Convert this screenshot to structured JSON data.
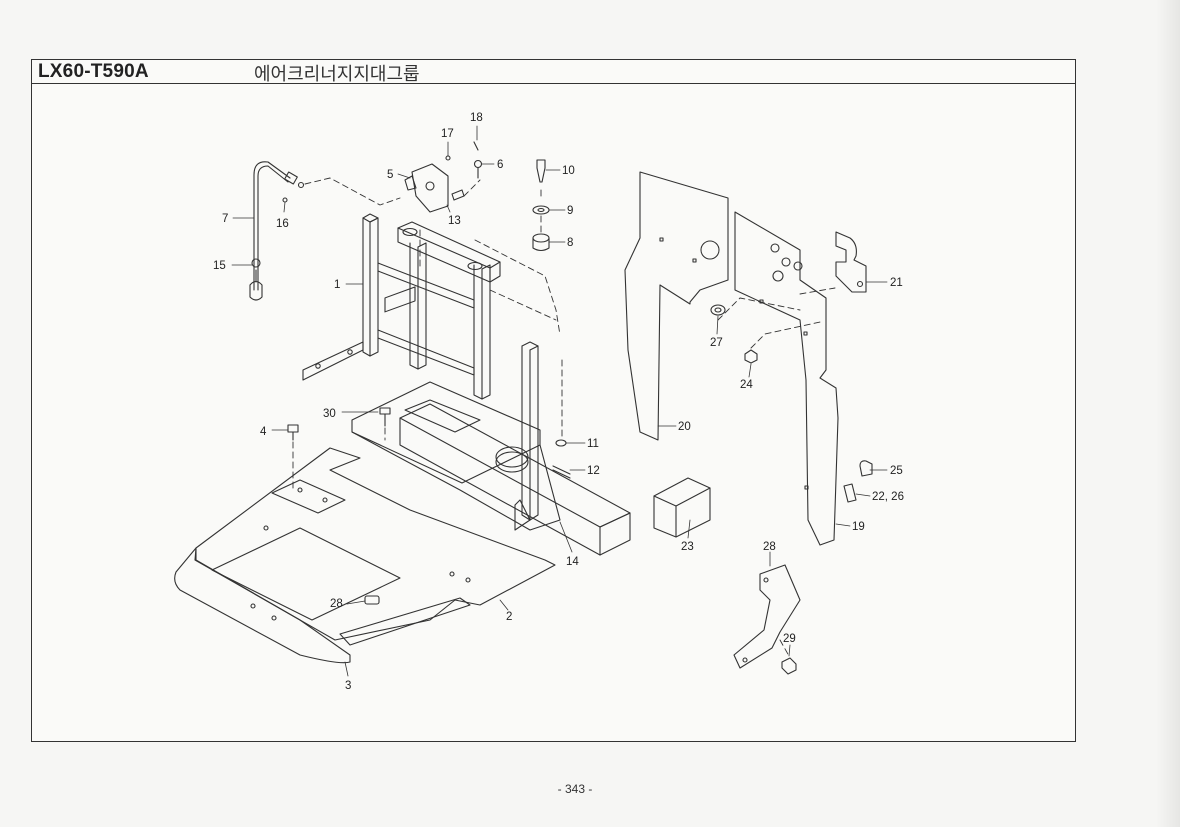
{
  "header": {
    "model": "LX60-T590A",
    "group_title": "에어크리너지지대그룹"
  },
  "callouts": {
    "c1": "1",
    "c2": "2",
    "c3": "3",
    "c4": "4",
    "c5": "5",
    "c6": "6",
    "c7": "7",
    "c8": "8",
    "c9": "9",
    "c10": "10",
    "c11": "11",
    "c12": "12",
    "c13": "13",
    "c14": "14",
    "c15": "15",
    "c16": "16",
    "c17": "17",
    "c18": "18",
    "c19": "19",
    "c20": "20",
    "c21": "21",
    "c2226": "22, 26",
    "c23": "23",
    "c24": "24",
    "c25": "25",
    "c27": "27",
    "c28a": "28",
    "c28b": "28",
    "c29": "29",
    "c30": "30"
  },
  "footer": {
    "page_number": "- 343 -"
  },
  "colors": {
    "line": "#333333",
    "paper": "#fafaf8"
  }
}
